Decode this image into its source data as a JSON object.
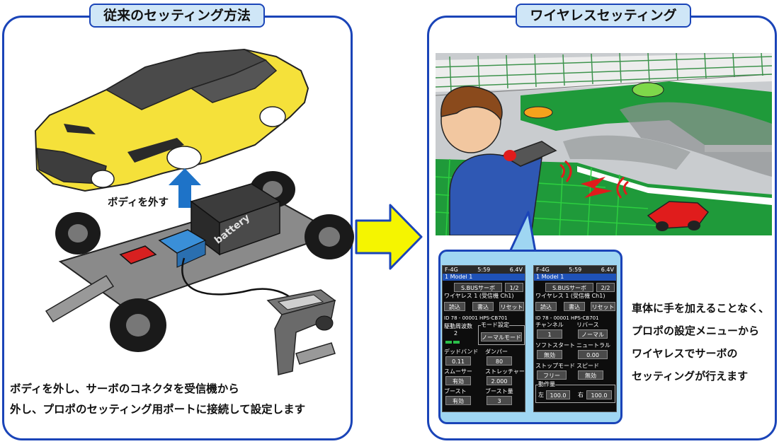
{
  "left": {
    "title": "従来のセッティング方法",
    "remove_body_label": "ボディを外す",
    "battery_label": "battery",
    "caption_line1": "ボディを外し、サーボのコネクタを受信機から",
    "caption_line2": "外し、プロポのセッティング用ポートに接続して設定します"
  },
  "right": {
    "title": "ワイヤレスセッティング",
    "caption_line1": "車体に手を加えることなく、",
    "caption_line2": "プロポの設定メニューから",
    "caption_line3": "ワイヤレスでサーボの",
    "caption_line4": "セッティングが行えます"
  },
  "screen1": {
    "status_left": "F-4G",
    "status_time": "5:59",
    "status_batt": "6.4V",
    "model": "1  Model 1",
    "header": "S.BUSサーボ",
    "page": "1/2",
    "wireless": "ワイヤレス 1 (受信機 Ch1)",
    "btn_read": "読込",
    "btn_write": "書込",
    "btn_reset": "リセット",
    "id": "ID  78  - 00001    HPS-CB701",
    "freq_label": "駆動周波数",
    "freq_value": "2",
    "mode_label": "モード設定",
    "mode_value": "ノーマルモード",
    "deadband_label": "デッドバンド",
    "deadband_value": "0.11",
    "damper_label": "ダンパー",
    "damper_value": "80",
    "smoother_label": "スムーサー",
    "smoother_value": "有効",
    "stretcher_label": "ストレッチャー",
    "stretcher_value": "2.000",
    "boost_label": "ブースト",
    "boost_value": "有効",
    "boost_amt_label": "ブースト量",
    "boost_amt_value": "3"
  },
  "screen2": {
    "status_left": "F-4G",
    "status_time": "5:59",
    "status_batt": "6.4V",
    "model": "1  Model 1",
    "header": "S.BUSサーボ",
    "page": "2/2",
    "wireless": "ワイヤレス 1 (受信機 Ch1)",
    "btn_read": "読込",
    "btn_write": "書込",
    "btn_reset": "リセット",
    "id": "ID  78  - 00001    HPS-CB701",
    "channel_label": "チャンネル",
    "channel_value": "1",
    "reverse_label": "リバース",
    "reverse_value": "ノーマル",
    "softstart_label": "ソフトスタート",
    "softstart_value": "無効",
    "neutral_label": "ニュートラル",
    "neutral_value": "0.00",
    "stopmode_label": "ストップモード",
    "stopmode_value": "フリー",
    "speed_label": "スピード",
    "speed_value": "無効",
    "travel_label": "動作量",
    "left_label": "左",
    "left_value": "100.0",
    "right_label": "右",
    "right_value": "100.0"
  },
  "colors": {
    "frame": "#1a44b8",
    "title_bg": "#cfe6f7",
    "arrow": "#f5f500",
    "car_yellow": "#f5e13a"
  }
}
